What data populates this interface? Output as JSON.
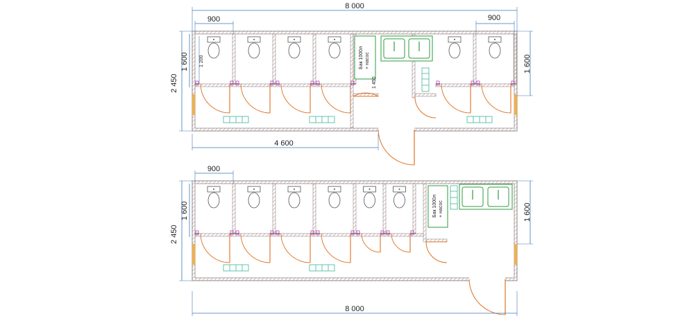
{
  "colors": {
    "wall": "#8a8a8a",
    "wall_hatch": "#d9a0a0",
    "dimension": "#3a78b8",
    "door": "#e07020",
    "fixture_green": "#2e9b3e",
    "bench_teal": "#3fb59a",
    "fixture_gray": "#555555",
    "frame_pink": "#c040c0"
  },
  "plan_top": {
    "dim_total": "8 000",
    "dim_cabin_left": "900",
    "dim_cabin_right": "900",
    "dim_height_total": "2 450",
    "dim_height_cabin_left": "1 600",
    "dim_height_cabin_right": "1 600",
    "dim_cabin_depth": "1 200",
    "dim_section_left": "4 600",
    "dim_tank_depth": "1 450",
    "tank_label_1": "Бак 1000л",
    "tank_label_2": "+ насос"
  },
  "plan_bottom": {
    "dim_cabin": "900",
    "dim_height_total": "2 450",
    "dim_height_cabin_left": "1 600",
    "dim_height_cabin_right": "1 600",
    "dim_total": "8 000",
    "tank_label_1": "Бак 1000л",
    "tank_label_2": "+ насос"
  }
}
